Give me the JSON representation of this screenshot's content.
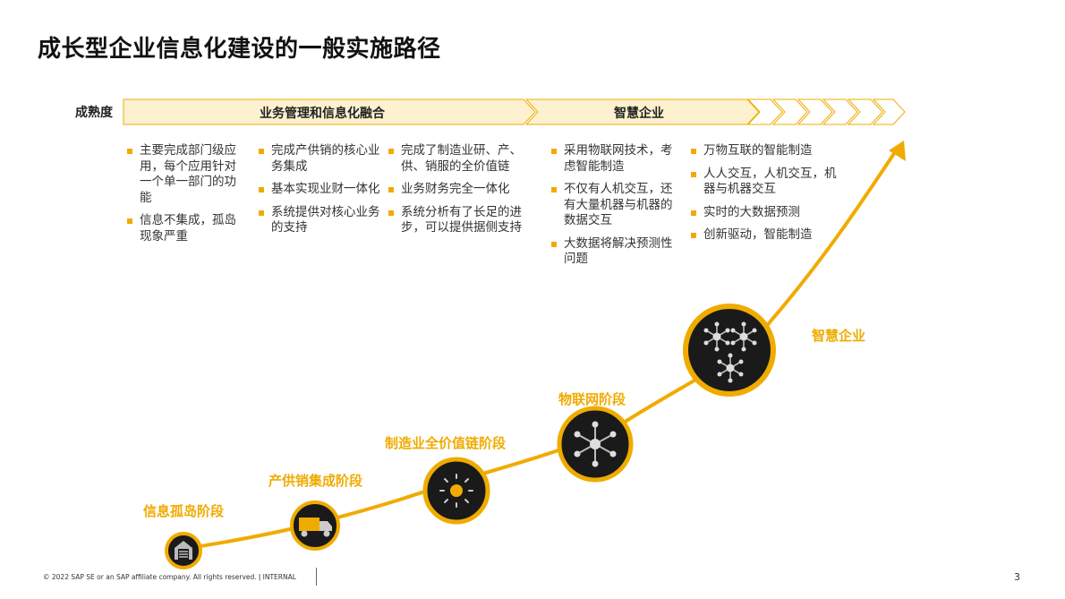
{
  "title": "成长型企业信息化建设的一般实施路径",
  "maturity_label": "成熟度",
  "bands": [
    {
      "label": "业务管理和信息化融合"
    },
    {
      "label": "智慧企业"
    }
  ],
  "columns": [
    {
      "items": [
        "主要完成部门级应用，每个应用针对一个单一部门的功能",
        "信息不集成，孤岛现象严重"
      ]
    },
    {
      "items": [
        "完成产供销的核心业务集成",
        "基本实现业财一体化",
        "系统提供对核心业务的支持"
      ]
    },
    {
      "items": [
        "完成了制造业研、产、供、销服的全价值链",
        "业务财务完全一体化",
        "系统分析有了长足的进步，可以提供据侧支持"
      ]
    },
    {
      "items": [
        "采用物联网技术，考虑智能制造",
        "不仅有人机交互，还有大量机器与机器的数据交互",
        "大数据将解决预测性问题"
      ]
    },
    {
      "items": [
        "万物互联的智能制造",
        "人人交互，人机交互，机器与机器交互",
        "实时的大数据预测",
        "创新驱动，智能制造"
      ]
    }
  ],
  "stages": [
    {
      "label": "信息孤岛阶段",
      "icon": "warehouse-icon"
    },
    {
      "label": "产供销集成阶段",
      "icon": "truck-icon"
    },
    {
      "label": "制造业全价值链阶段",
      "icon": "sun-gear-icon"
    },
    {
      "label": "物联网阶段",
      "icon": "network-node-icon"
    },
    {
      "label": "智慧企业",
      "icon": "network-cluster-icon"
    }
  ],
  "footer": {
    "copyright": "© 2022 SAP SE or an SAP affiliate company. All rights reserved. ǀ INTERNAL",
    "page_number": "3"
  },
  "colors": {
    "accent": "#f0ab00",
    "band_fill": "#fdf1cf",
    "icon_dark": "#1a1a1a"
  }
}
